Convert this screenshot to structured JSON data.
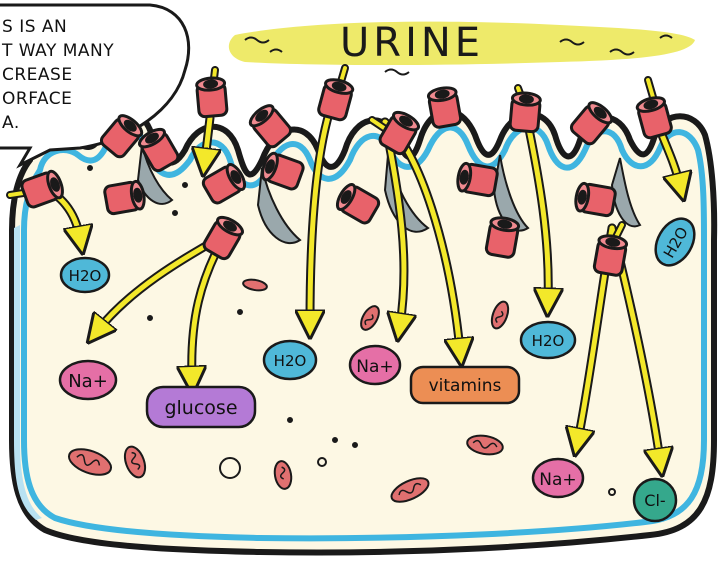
{
  "speech_bubble": {
    "lines": [
      "S IS AN",
      "T WAY MANY",
      "CREASE",
      "ORFACE",
      "A."
    ]
  },
  "urine_label": "URINE",
  "molecules": {
    "h2o_1": "H2O",
    "na_1": "Na+",
    "glucose": "glucose",
    "h2o_2": "H2O",
    "na_2": "Na+",
    "vitamins": "vitamins",
    "h2o_3": "H2O",
    "h2o_4": "H2O",
    "na_3": "Na+",
    "cl": "Cl-"
  },
  "colors": {
    "cell_fill": "#fdf8e4",
    "membrane_blue": "#3fb5e0",
    "outer_dark": "#1a1a1a",
    "transporter_red": "#e8626a",
    "arrow_yellow": "#f3e82a",
    "urine_highlight": "#eeea6a",
    "water_teal": "#4fb8d8",
    "sodium_pink": "#e56fa6",
    "glucose_purple": "#b47ad6",
    "vitamins_orange": "#ec8e54",
    "chloride_green": "#35a88c",
    "mitochondria": "#e07070",
    "interstitial_gray": "#9aa8ac"
  }
}
